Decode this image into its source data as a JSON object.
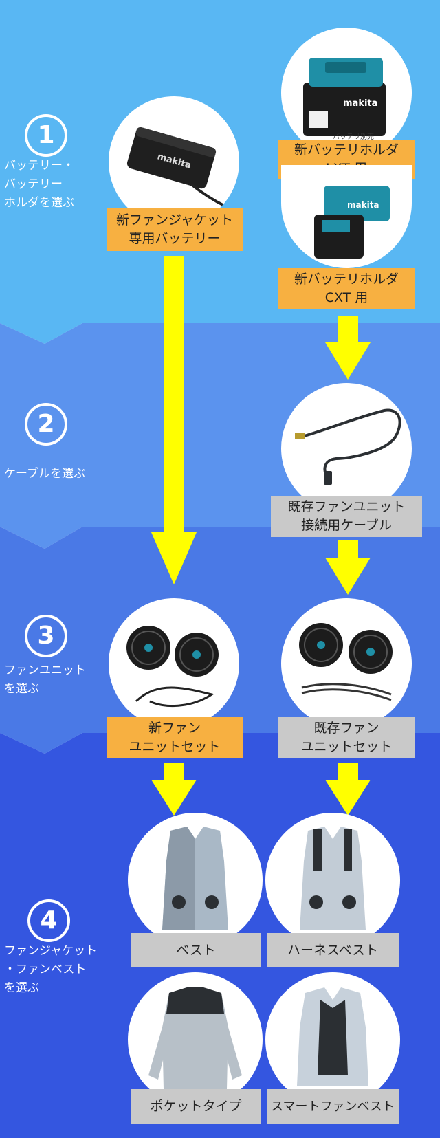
{
  "colors": {
    "band1": "#59b7f3",
    "band2": "#5b93ee",
    "band3": "#4a79e6",
    "band4": "#3456e0",
    "arrow": "#ffff00",
    "orange": "#f7b041",
    "gray": "#c9c9c9"
  },
  "steps": [
    {
      "num": "1",
      "lines": [
        "バッテリー・",
        "バッテリー",
        "ホルダを選ぶ"
      ]
    },
    {
      "num": "2",
      "lines": [
        "ケーブルを選ぶ"
      ]
    },
    {
      "num": "3",
      "lines": [
        "ファンユニット",
        "を選ぶ"
      ]
    },
    {
      "num": "4",
      "lines": [
        "ファンジャケット",
        "・ファンベスト",
        "を選ぶ"
      ]
    }
  ],
  "products": {
    "new_battery": [
      "新ファンジャケット",
      "専用バッテリー"
    ],
    "lxt_holder": [
      "新バッテリホルダ",
      "LXT 用"
    ],
    "cxt_holder": [
      "新バッテリホルダ",
      "CXT 用"
    ],
    "battery_note": "バッテリ別売",
    "cable": [
      "既存ファンユニット",
      "接続用ケーブル"
    ],
    "new_fan_set": [
      "新ファン",
      "ユニットセット"
    ],
    "old_fan_set": [
      "既存ファン",
      "ユニットセット"
    ],
    "vest": "ベスト",
    "harness_vest": "ハーネスベスト",
    "pocket_type": "ポケットタイプ",
    "smart_fan_vest": "スマートファンベスト"
  },
  "icons": [
    "battery-pack-icon",
    "battery-holder-icon",
    "dc-cable-icon",
    "fan-unit-icon",
    "vest-icon",
    "jacket-icon"
  ]
}
